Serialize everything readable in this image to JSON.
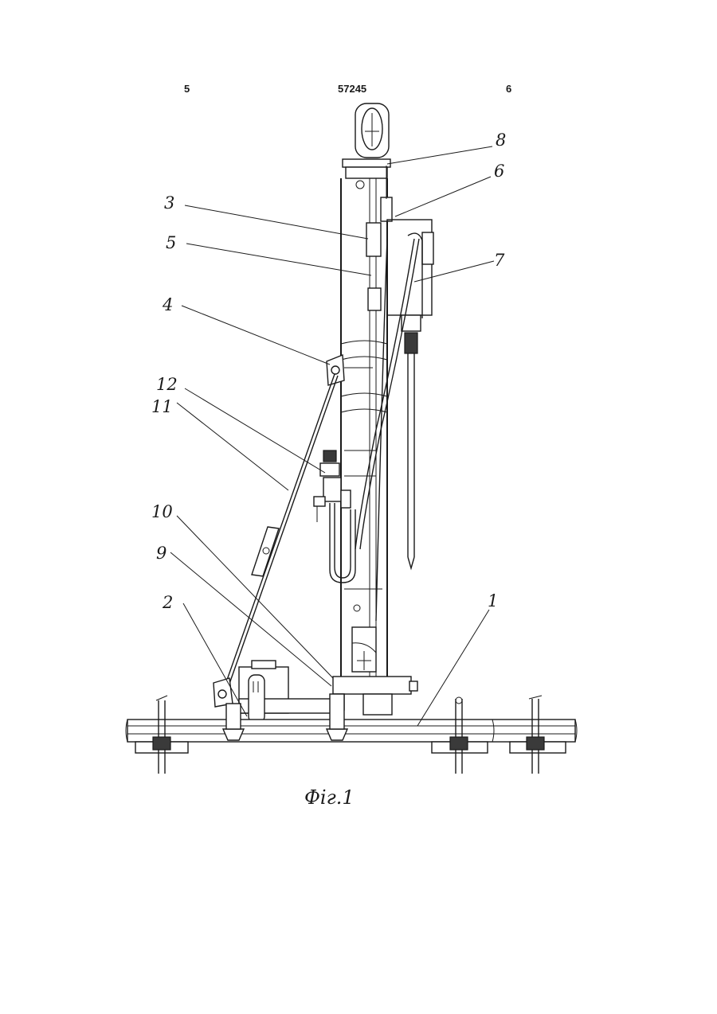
{
  "header": {
    "left_page": "5",
    "doc_number": "57245",
    "right_page": "6"
  },
  "figure": {
    "caption": "Фiг.1",
    "callouts": [
      "8",
      "6",
      "3",
      "5",
      "7",
      "4",
      "12",
      "11",
      "10",
      "9",
      "2",
      "1"
    ]
  }
}
